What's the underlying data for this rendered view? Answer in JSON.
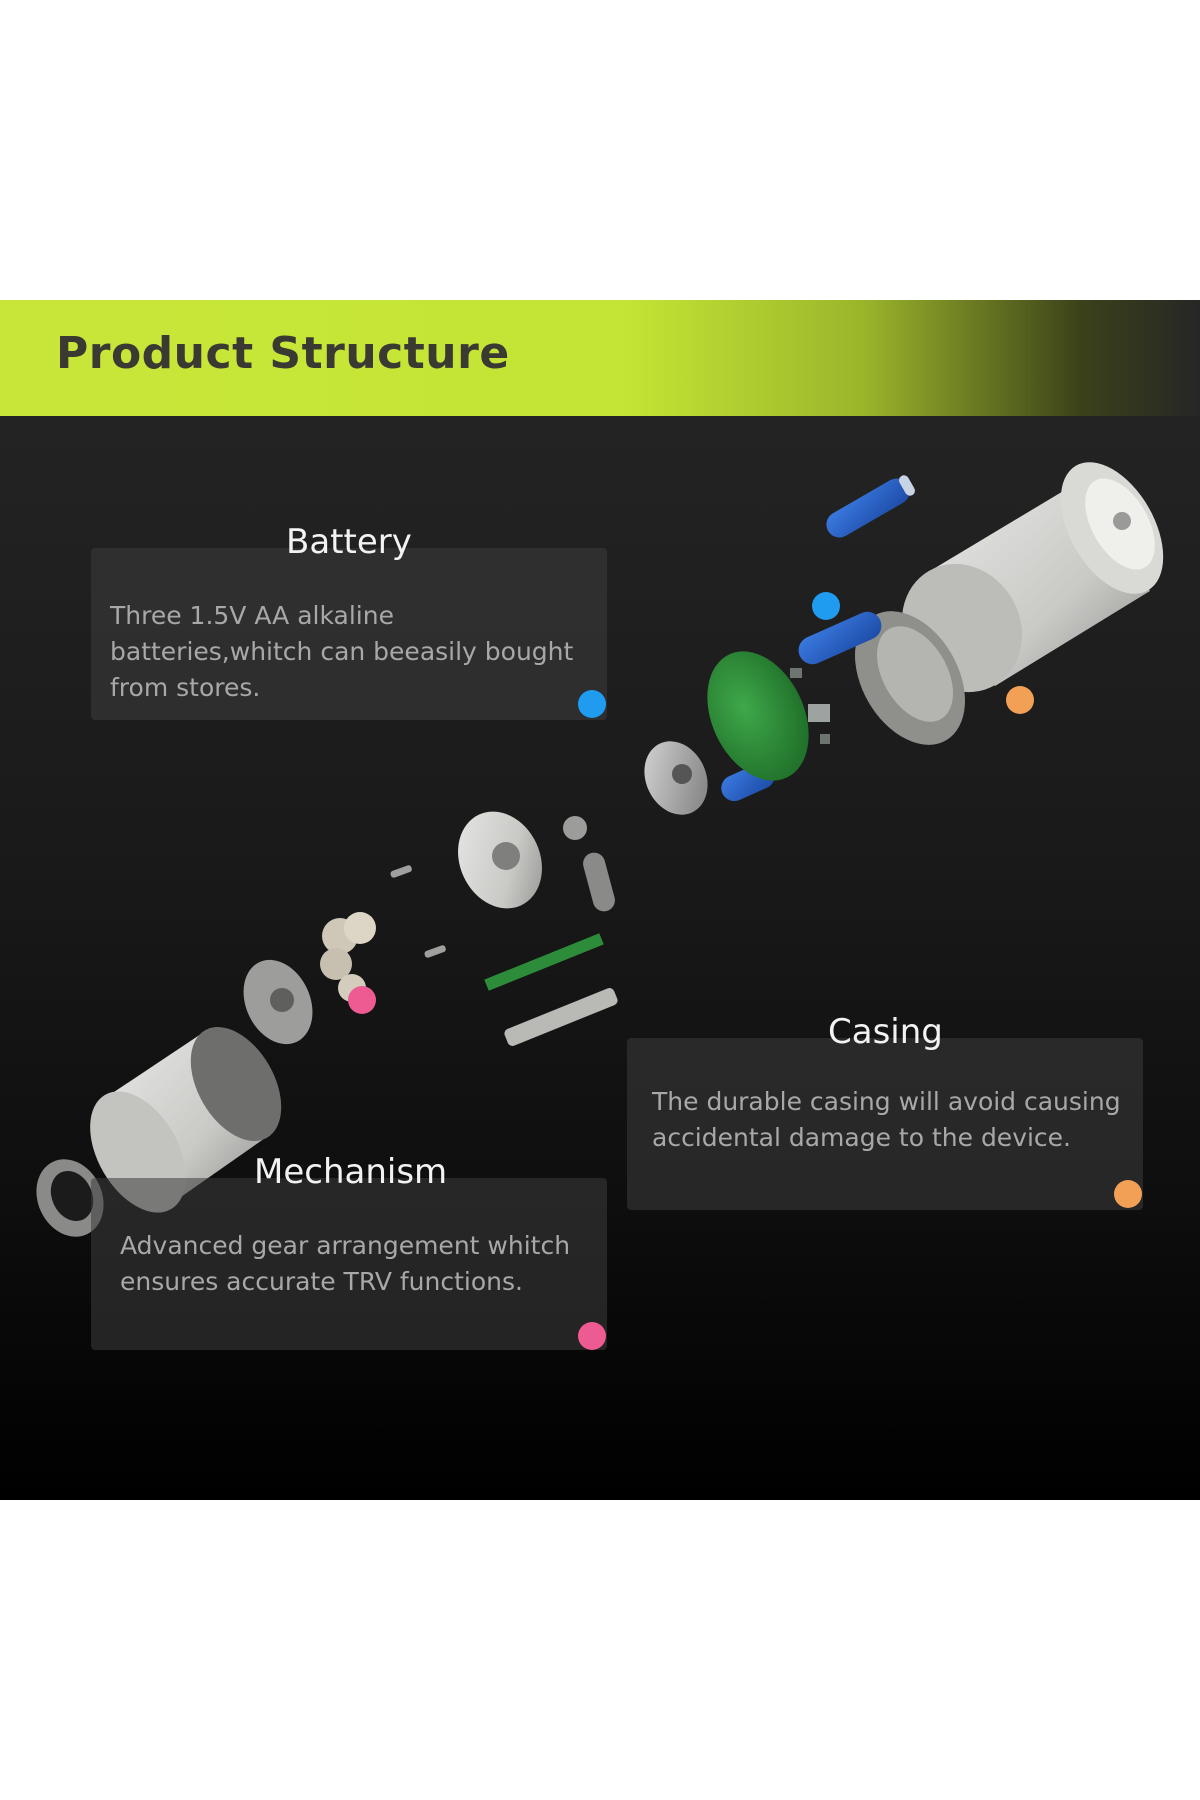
{
  "header": {
    "title": "Product Structure"
  },
  "features": {
    "battery": {
      "title": "Battery",
      "description": "Three 1.5V AA alkaline batteries,whitch can beeasily bought from stores.",
      "marker_color": "#1f9cf0"
    },
    "casing": {
      "title": "Casing",
      "description": "The durable casing will avoid causing accidental damage to the device.",
      "marker_color": "#f2a055"
    },
    "mechanism": {
      "title": "Mechanism",
      "description": "Advanced gear arrangement whitch ensures accurate TRV functions.",
      "marker_color": "#ee5b93"
    }
  },
  "colors": {
    "banner_accent": "#c8e63a",
    "background_dark": "#1a1a1a"
  }
}
